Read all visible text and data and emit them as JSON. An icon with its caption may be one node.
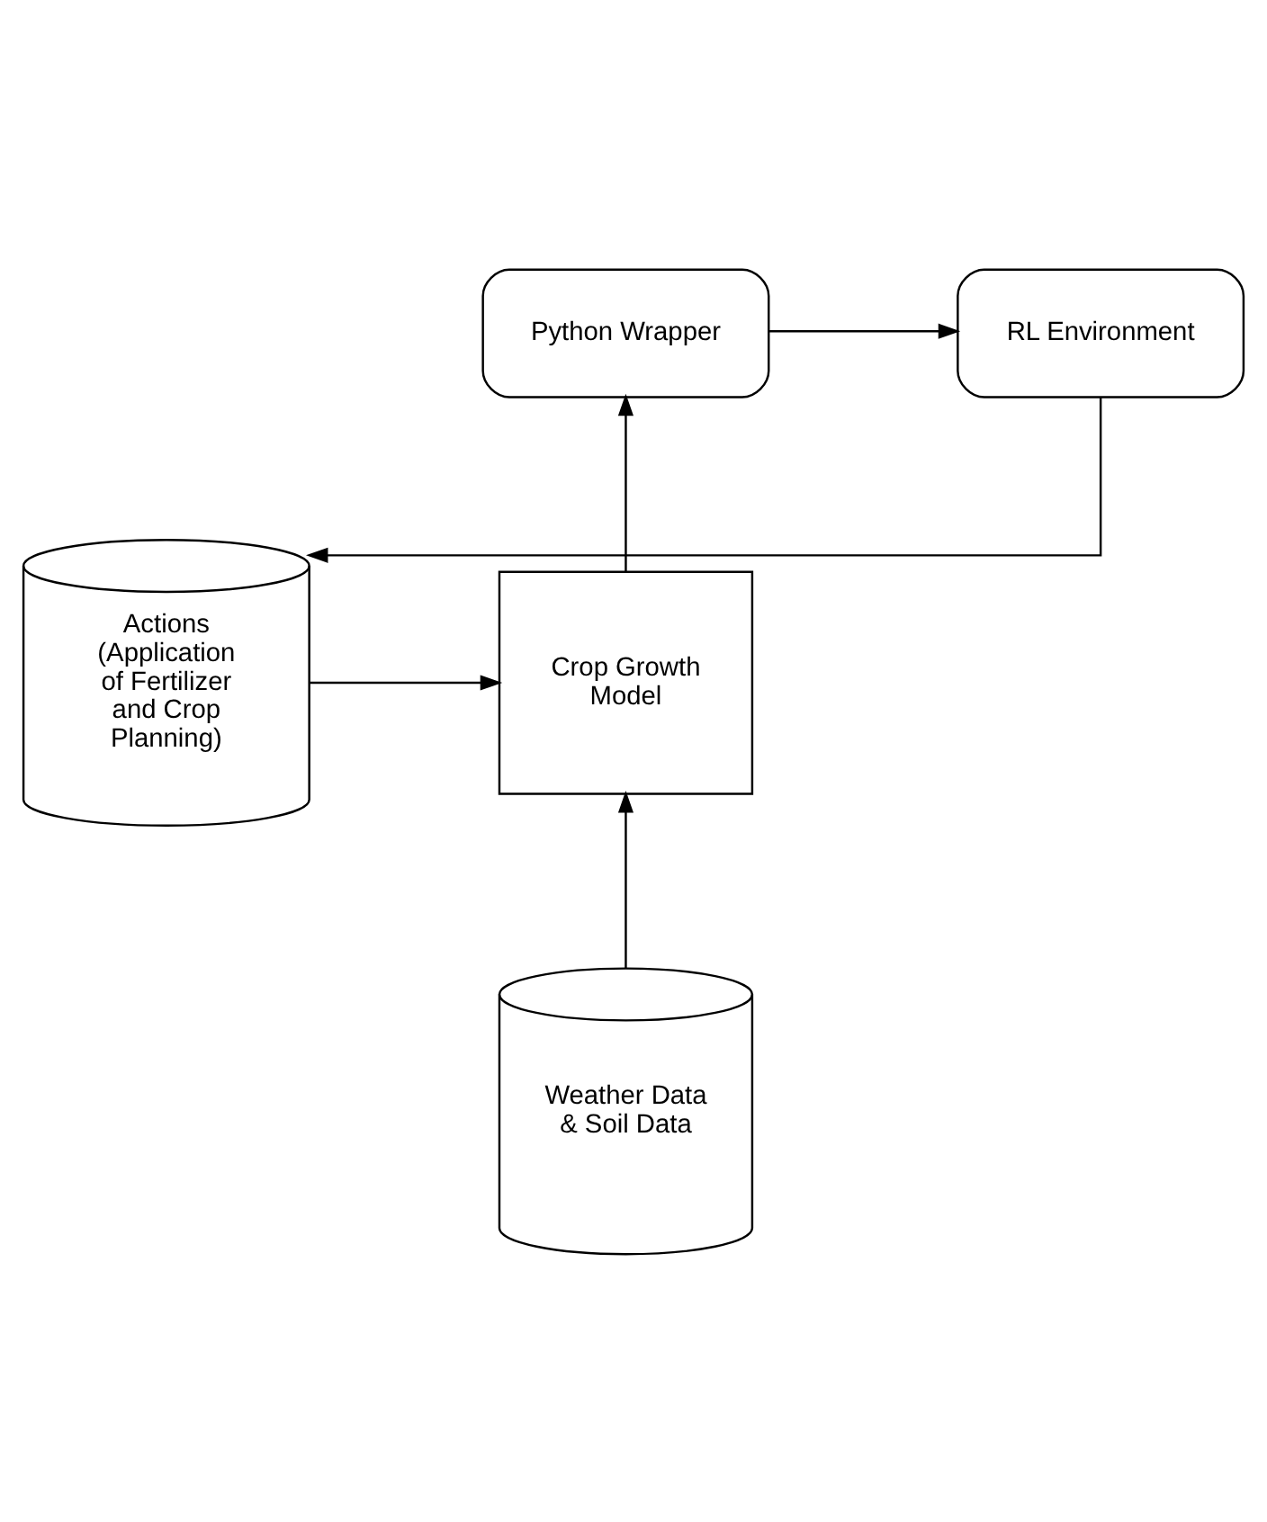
{
  "diagram": {
    "nodes": [
      {
        "text": [
          "Python Wrapper"
        ]
      },
      {
        "text": [
          "RL Environment"
        ]
      },
      {
        "text": [
          "Crop Growth Model"
        ]
      },
      {
        "text": [
          "Actions (Application of Fertilizer and Crop Planning)"
        ]
      },
      {
        "text": [
          "Weather Data & Soil Data"
        ]
      }
    ],
    "edges": [
      {
        "from": 0,
        "to": 1,
        "arrow": "to"
      },
      {
        "from": 1,
        "to": 3,
        "arrow": "to"
      },
      {
        "from": 2,
        "to": 0,
        "arrow": "to"
      },
      {
        "from": 3,
        "to": 2,
        "arrow": "to"
      },
      {
        "from": 4,
        "to": 2,
        "arrow": "to"
      }
    ]
  }
}
